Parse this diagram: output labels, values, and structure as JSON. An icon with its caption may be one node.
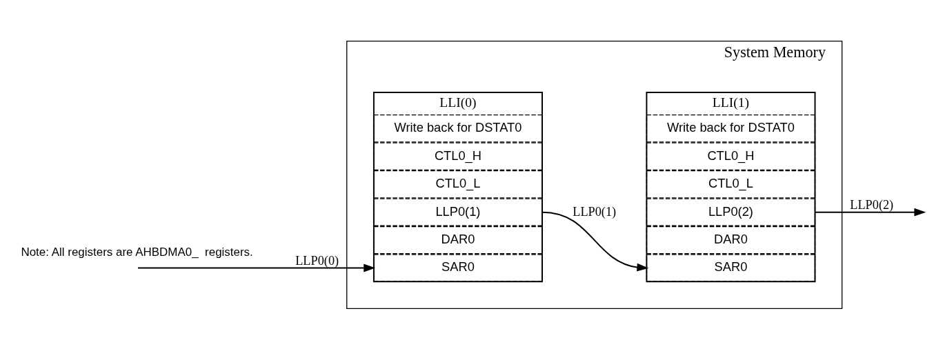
{
  "diagram": {
    "nodes": [
      {
        "text": [
          "System Memory"
        ]
      },
      {
        "text": [
          "LLI(0)"
        ],
        "in": 0
      },
      {
        "text": [
          "Write back for DSTAT0"
        ],
        "in": 1
      },
      {
        "text": [
          "CTL0_H"
        ],
        "in": 1
      },
      {
        "text": [
          "CTL0_L"
        ],
        "in": 1
      },
      {
        "text": [
          "LLP0(1)"
        ],
        "in": 1
      },
      {
        "text": [
          "DAR0"
        ],
        "in": 1
      },
      {
        "text": [
          "SAR0"
        ],
        "in": 1
      },
      {
        "text": [
          "LLI(1)"
        ],
        "in": 0
      },
      {
        "text": [
          "Write back for DSTAT0"
        ],
        "in": 8
      },
      {
        "text": [
          "CTL0_H"
        ],
        "in": 8
      },
      {
        "text": [
          "CTL0_L"
        ],
        "in": 8
      },
      {
        "text": [
          "LLP0(2)"
        ],
        "in": 8
      },
      {
        "text": [
          "DAR0"
        ],
        "in": 8
      },
      {
        "text": [
          "SAR0"
        ],
        "in": 8
      }
    ],
    "edges": [
      {
        "from": null,
        "to": 7,
        "arrow": "to",
        "label": "LLP0(0)"
      },
      {
        "from": 5,
        "to": 14,
        "arrow": "to",
        "label": "LLP0(1)"
      },
      {
        "from": 12,
        "to": null,
        "arrow": "to",
        "label": "LLP0(2)"
      }
    ],
    "labels": [
      "Note: All registers are AHBDMA0_  registers."
    ]
  }
}
